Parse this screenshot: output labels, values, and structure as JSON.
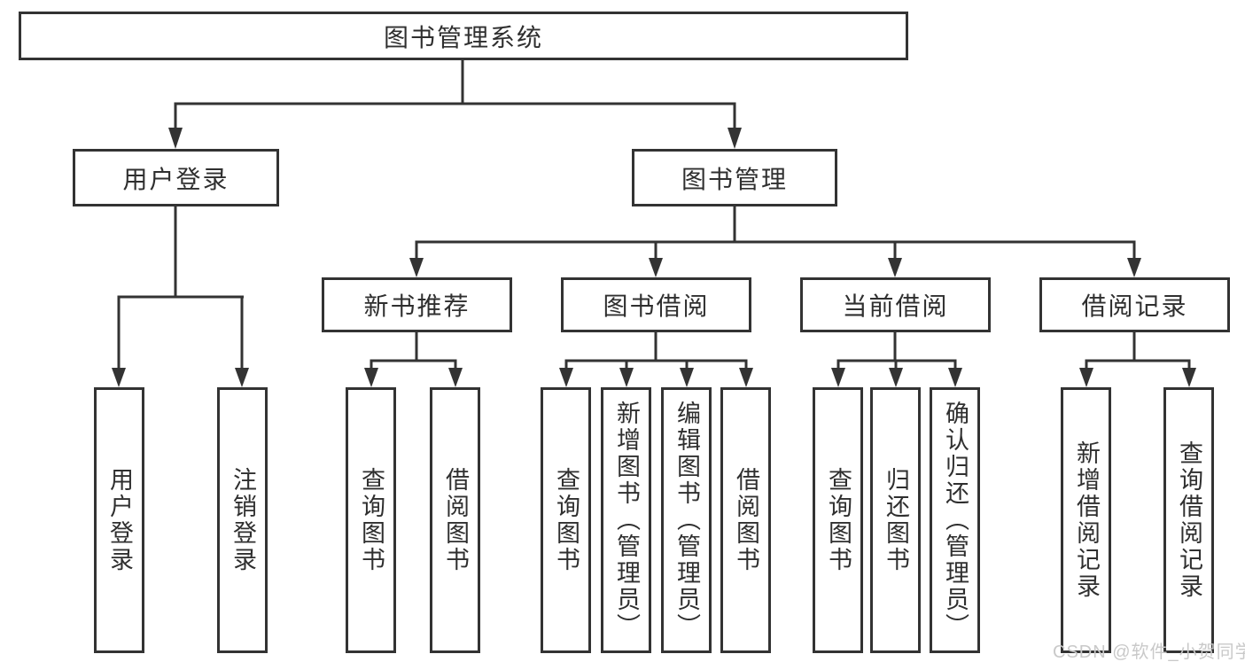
{
  "tree": {
    "root": {
      "label": "图书管理系统"
    },
    "branches": [
      {
        "label": "用户登录",
        "leaves": [
          {
            "label": "用户登录"
          },
          {
            "label": "注销登录"
          }
        ]
      },
      {
        "label": "图书管理",
        "children": [
          {
            "label": "新书推荐",
            "leaves": [
              {
                "label": "查询图书"
              },
              {
                "label": "借阅图书"
              }
            ]
          },
          {
            "label": "图书借阅",
            "leaves": [
              {
                "label": "查询图书"
              },
              {
                "label": "新增图书（管理员）"
              },
              {
                "label": "编辑图书（管理员）"
              },
              {
                "label": "借阅图书"
              }
            ]
          },
          {
            "label": "当前借阅",
            "leaves": [
              {
                "label": "查询图书"
              },
              {
                "label": "归还图书"
              },
              {
                "label": "确认归还（管理员）"
              }
            ]
          },
          {
            "label": "借阅记录",
            "leaves": [
              {
                "label": "新增借阅记录"
              },
              {
                "label": "查询借阅记录"
              }
            ]
          }
        ]
      }
    ]
  },
  "watermark": {
    "text": "CSDN @软件_小贺同学"
  },
  "colors": {
    "line": "#333333",
    "border": "#333333",
    "text": "#2f2f2f",
    "watermark": "#c9c9c9",
    "background": "#ffffff"
  }
}
